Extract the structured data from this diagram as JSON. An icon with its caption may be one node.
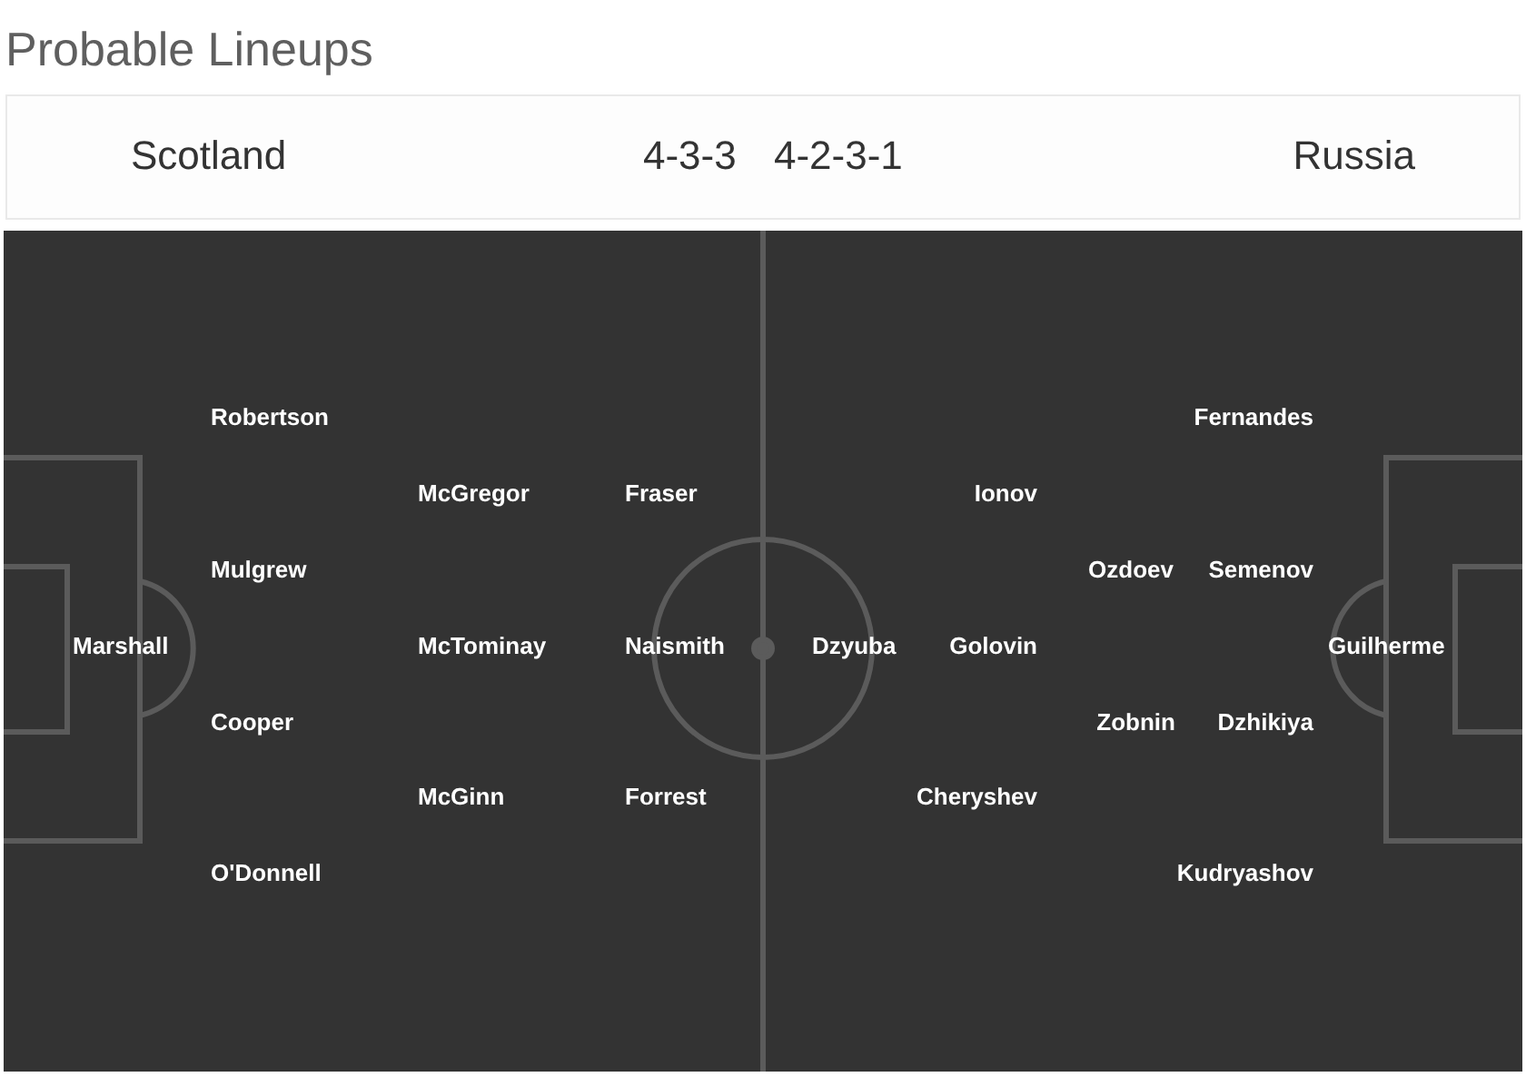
{
  "diagram": {
    "title": "Probable Lineups",
    "labels": [
      "Scotland",
      "4-3-3",
      "4-2-3-1",
      "Russia",
      "Robertson",
      "Fernandes",
      "McGregor",
      "Fraser",
      "Ionov",
      "Mulgrew",
      "Ozdoev",
      "Semenov",
      "Marshall",
      "McTominay",
      "Naismith",
      "Dzyuba",
      "Golovin",
      "Guilherme",
      "Cooper",
      "Zobnin",
      "Dzhikiya",
      "McGinn",
      "Forrest",
      "Cheryshev",
      "O'Donnell",
      "Kudryashov"
    ]
  }
}
